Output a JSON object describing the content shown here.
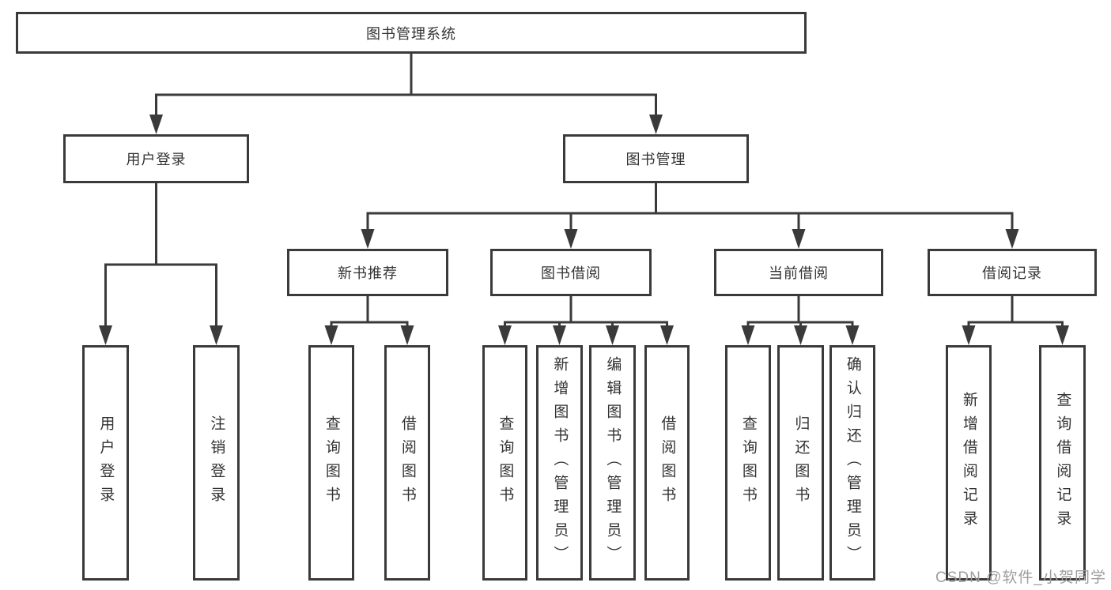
{
  "root": {
    "label": "图书管理系统"
  },
  "branches": [
    {
      "label": "用户登录",
      "children": [
        {
          "label": "用户登录"
        },
        {
          "label": "注销登录"
        }
      ]
    },
    {
      "label": "图书管理",
      "children": [
        {
          "label": "新书推荐",
          "children": [
            {
              "label": "查询图书"
            },
            {
              "label": "借阅图书"
            }
          ]
        },
        {
          "label": "图书借阅",
          "children": [
            {
              "label": "查询图书"
            },
            {
              "label": "新增图书（管理员）"
            },
            {
              "label": "编辑图书（管理员）"
            },
            {
              "label": "借阅图书"
            }
          ]
        },
        {
          "label": "当前借阅",
          "children": [
            {
              "label": "查询图书"
            },
            {
              "label": "归还图书"
            },
            {
              "label": "确认归还（管理员）"
            }
          ]
        },
        {
          "label": "借阅记录",
          "children": [
            {
              "label": "新增借阅记录"
            },
            {
              "label": "查询借阅记录"
            }
          ]
        }
      ]
    }
  ],
  "watermark": "CSDN @软件_小贺同学",
  "colors": {
    "line": "#3a3a3a",
    "text": "#333333",
    "watermark": "#9e9e9e",
    "background": "#ffffff"
  }
}
